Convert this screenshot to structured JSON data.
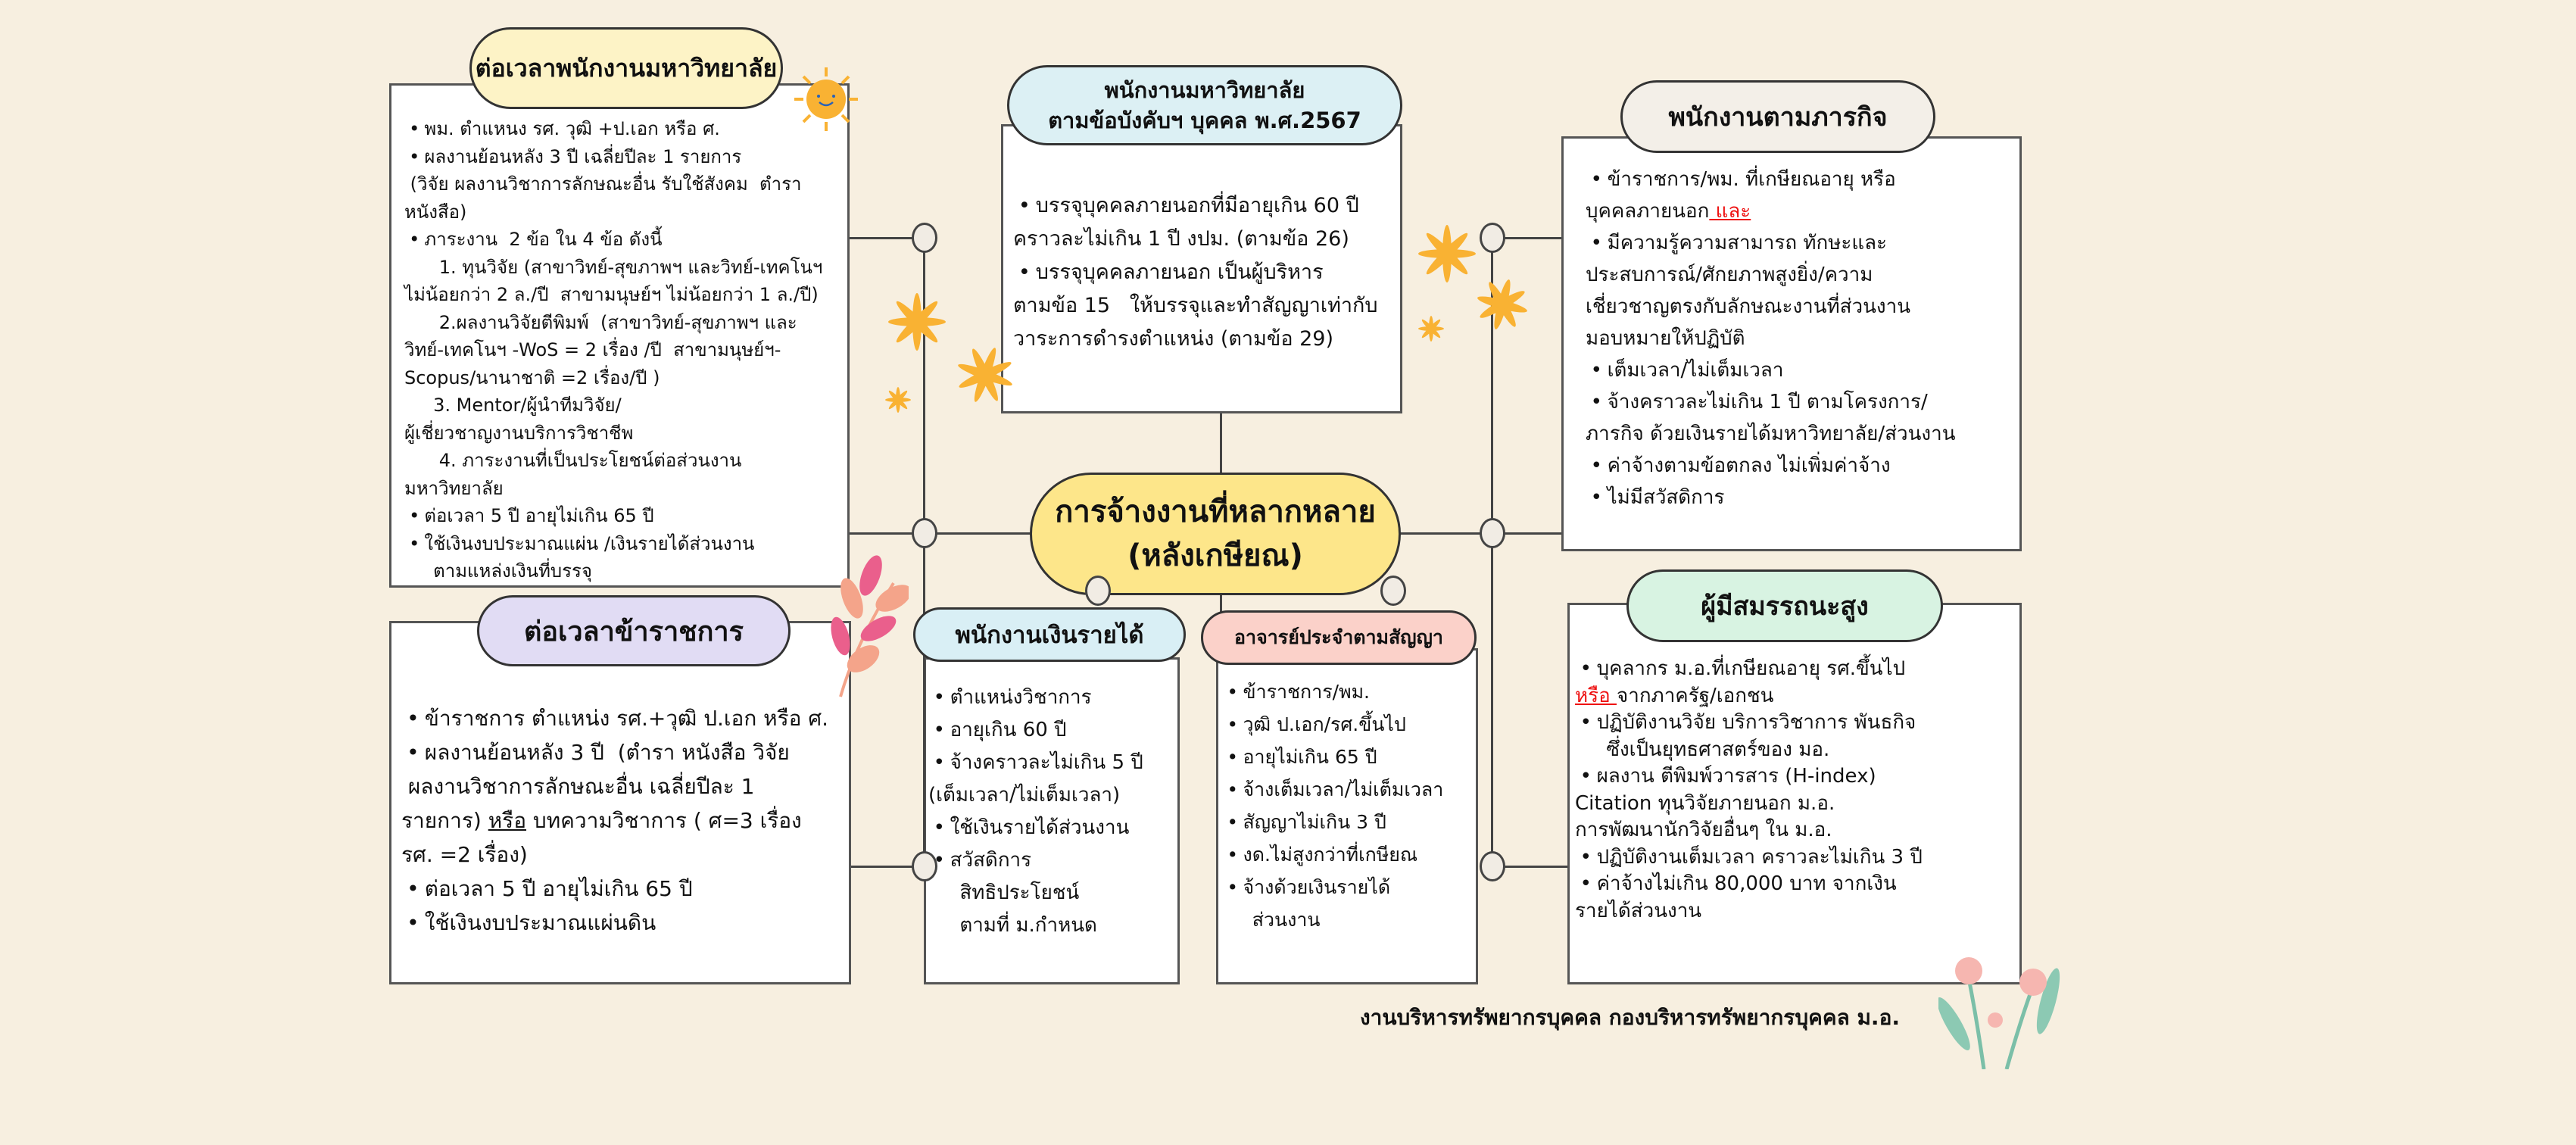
{
  "colors": {
    "background": "#f7efe0",
    "pill_univ_ext": "#fdf3c6",
    "pill_gov_ext": "#e1dcf4",
    "pill_regulation": "#dcf0f4",
    "pill_center": "#fde68a",
    "pill_income": "#d9eff5",
    "pill_contract": "#fbd1c9",
    "pill_mission": "#f3efe8",
    "pill_expert": "#d8f3e2",
    "flower": "#f9b233",
    "highlight": "#e11111"
  },
  "center": {
    "line1": "การจ้างงานที่หลากหลาย",
    "line2": "(หลังเกษียณ)"
  },
  "univ_ext": {
    "title": "ต่อเวลาพนักงานมหาวิทยาลัย",
    "items": [
      {
        "bullet": true,
        "text": "พม. ตำแหนง รศ. วุฒิ +ป.เอก หรือ ศ."
      },
      {
        "bullet": true,
        "text": "ผลงานย้อนหลัง 3 ปี เฉลี่ยปีละ 1 รายการ"
      },
      {
        "text": " (วิจัย ผลงานวิชาการลักษณะอื่น รับใช้สังคม  ตำรา"
      },
      {
        "text": "หนังสือ)"
      },
      {
        "bullet": true,
        "text": "ภาระงาน  2 ข้อ ใน 4 ข้อ ดังนี้"
      },
      {
        "text": "      1. ทุนวิจัย (สาขาวิทย์-สุขภาพฯ และวิทย์-เทคโนฯ"
      },
      {
        "text": "ไม่น้อยกว่า 2 ล./ปี  สาขามนุษย์ฯ ไม่น้อยกว่า 1 ล./ปี)"
      },
      {
        "text": "      2.ผลงานวิจัยตีพิมพ์  (สาขาวิทย์-สุขภาพฯ และ"
      },
      {
        "text": "วิทย์-เทคโนฯ -WoS = 2 เรื่อง /ปี  สาขามนุษย์ฯ-"
      },
      {
        "text": "Scopus/นานาชาติ =2 เรื่อง/ปี )"
      },
      {
        "text": "     3. Mentor/ผู้นำทีมวิจัย/"
      },
      {
        "text": "ผู้เชี่ยวชาญงานบริการวิชาชีพ"
      },
      {
        "text": "      4. ภาระงานที่เป็นประโยชน์ต่อส่วนงาน"
      },
      {
        "text": "มหาวิทยาลัย"
      },
      {
        "bullet": true,
        "text": "ต่อเวลา 5 ปี อายุไม่เกิน 65 ปี"
      },
      {
        "bullet": true,
        "text": "ใช้เงินงบประมาณแผ่น /เงินรายได้ส่วนงาน"
      },
      {
        "text": "     ตามแหล่งเงินที่บรรจุ"
      }
    ]
  },
  "gov_ext": {
    "title": "ต่อเวลาข้าราชการ",
    "items": [
      {
        "bullet": true,
        "text": "ข้าราชการ ตำแหน่ง รศ.+วุฒิ ป.เอก หรือ ศ."
      },
      {
        "bullet": true,
        "text": "ผลงานย้อนหลัง 3 ปี  (ตำรา หนังสือ วิจัย"
      },
      {
        "text": " ผลงานวิชาการลักษณะอื่น เฉลี่ยปีละ 1"
      },
      {
        "parts": [
          {
            "text": "รายการ) "
          },
          {
            "text": "หรือ",
            "style": "under"
          },
          {
            "text": " บทความวิชาการ ( ศ=3 เรื่อง"
          }
        ]
      },
      {
        "text": "รศ. =2 เรื่อง)"
      },
      {
        "bullet": true,
        "text": "ต่อเวลา 5 ปี อายุไม่เกิน 65 ปี"
      },
      {
        "bullet": true,
        "text": "ใช้เงินงบประมาณแผ่นดิน"
      }
    ]
  },
  "regulation": {
    "title1": "พนักงานมหาวิทยาลัย",
    "title2": "ตามข้อบังคับฯ บุคคล พ.ศ.2567",
    "items": [
      {
        "bullet": true,
        "text": "บรรจุบุคคลภายนอกที่มีอายุเกิน 60 ปี"
      },
      {
        "text": "คราวละไม่เกิน 1 ปี งปม. (ตามข้อ 26)"
      },
      {
        "bullet": true,
        "text": "บรรจุบุคคลภายนอก เป็นผู้บริหาร"
      },
      {
        "text": "ตามข้อ 15   ให้บรรจุและทำสัญญาเท่ากับ"
      },
      {
        "text": "วาระการดำรงตำแหน่ง (ตามข้อ 29)"
      }
    ]
  },
  "income": {
    "title": "พนักงานเงินรายได้",
    "items": [
      {
        "bullet": true,
        "text": "ตำแหน่งวิชาการ"
      },
      {
        "bullet": true,
        "text": "อายุเกิน 60 ปี"
      },
      {
        "bullet": true,
        "text": "จ้างคราวละไม่เกิน 5 ปี"
      },
      {
        "text": "(เต็มเวลา/ไม่เต็มเวลา)"
      },
      {
        "bullet": true,
        "text": "ใช้เงินรายได้ส่วนงาน"
      },
      {
        "bullet": true,
        "text": "สวัสดิการ"
      },
      {
        "text": "     สิทธิประโยชน์"
      },
      {
        "text": "     ตามที่ ม.กำหนด"
      }
    ]
  },
  "contract": {
    "title": "อาจารย์ประจำตามสัญญา",
    "items": [
      {
        "bullet": true,
        "text": "ข้าราชการ/พม."
      },
      {
        "bullet": true,
        "text": "วุฒิ ป.เอก/รศ.ขึ้นไป"
      },
      {
        "bullet": true,
        "text": "อายุไม่เกิน 65 ปี"
      },
      {
        "bullet": true,
        "text": "จ้างเต็มเวลา/ไม่เต็มเวลา"
      },
      {
        "bullet": true,
        "text": "สัญญาไม่เกิน 3 ปี"
      },
      {
        "bullet": true,
        "text": "งด.ไม่สูงกว่าที่เกษียณ"
      },
      {
        "bullet": true,
        "text": "จ้างด้วยเงินรายได้"
      },
      {
        "text": "     ส่วนงาน"
      }
    ]
  },
  "mission": {
    "title": "พนักงานตามภารกิจ",
    "items": [
      {
        "bullet": true,
        "text": "ข้าราชการ/พม. ที่เกษียณอายุ หรือ"
      },
      {
        "parts": [
          {
            "text": "บุคคลภายนอก"
          },
          {
            "text": " และ",
            "style": "red"
          }
        ]
      },
      {
        "bullet": true,
        "text": "มีความรู้ความสามารถ ทักษะและ"
      },
      {
        "text": "ประสบการณ์/ศักยภาพสูงยิ่ง/ความ"
      },
      {
        "text": "เชี่ยวชาญตรงกับลักษณะงานที่ส่วนงาน"
      },
      {
        "text": "มอบหมายให้ปฏิบัติ"
      },
      {
        "bullet": true,
        "text": "เต็มเวลา/ไม่เต็มเวลา"
      },
      {
        "bullet": true,
        "text": "จ้างคราวละไม่เกิน 1 ปี ตามโครงการ/"
      },
      {
        "text": "ภารกิจ ด้วยเงินรายได้มหาวิทยาลัย/ส่วนงาน"
      },
      {
        "bullet": true,
        "text": "ค่าจ้างตามข้อตกลง ไม่เพิ่มค่าจ้าง"
      },
      {
        "bullet": true,
        "text": "ไม่มีสวัสดิการ"
      }
    ]
  },
  "expert": {
    "title": "ผู้มีสมรรถนะสูง",
    "items": [
      {
        "bullet": true,
        "text": "บุคลากร ม.อ.ที่เกษียณอายุ รศ.ขึ้นไป"
      },
      {
        "parts": [
          {
            "text": "หรือ ",
            "style": "red"
          },
          {
            "text": "จากภาครัฐ/เอกชน"
          }
        ]
      },
      {
        "bullet": true,
        "text": "ปฏิบัติงานวิจัย บริการวิชาการ พันธกิจ"
      },
      {
        "text": "     ซึ่งเป็นยุทธศาสตร์ของ มอ."
      },
      {
        "bullet": true,
        "text": "ผลงาน ตีพิมพ์วารสาร (H-index)"
      },
      {
        "text": "Citation ทุนวิจัยภายนอก ม.อ."
      },
      {
        "text": "การพัฒนานักวิจัยอื่นๆ ใน ม.อ."
      },
      {
        "bullet": true,
        "text": "ปฏิบัติงานเต็มเวลา คราวละไม่เกิน 3 ปี"
      },
      {
        "bullet": true,
        "text": "ค่าจ้างไม่เกิน 80,000 บาท จากเงิน"
      },
      {
        "text": "รายได้ส่วนงาน"
      }
    ]
  },
  "footer": "งานบริหารทรัพยากรบุคคล กองบริหารทรัพยากรบุคคล ม.อ."
}
